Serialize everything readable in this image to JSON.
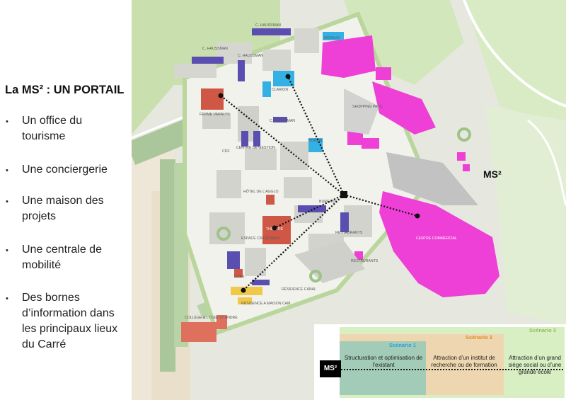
{
  "panel": {
    "title": "La MS² : UN PORTAIL",
    "bullet_glyph": "•",
    "items": [
      "Un office du tourisme",
      "Une conciergerie",
      "Une maison des projets",
      "Une centrale de mobilité",
      "Des bornes d’information dans les principaux lieux du Carré"
    ]
  },
  "map": {
    "hub_label": "MS²",
    "labels": {
      "c_haussman_1": "C. HAUSSMAN",
      "c_haussman_2": "C. HAUSSMAN",
      "c_haussman_3": "C. HAUSSMAN",
      "c_haussman_4": "C. HAUSSMAN",
      "boreal": "BORÉAL",
      "novalis": "NOVALIS",
      "ferme_varalys": "FERME VARALYS",
      "clarion": "CLARION",
      "shopping_parc": "SHOPPING PARC",
      "cdf": "CDF",
      "centre_gestion": "CENTRE DE GESTION",
      "hotel_agglo": "HÔTEL DE L'AGGLO",
      "bureaux": "BUREAUX",
      "espace_circassien": "ESPACE CIRCASSIEN",
      "theatre": "THÉÂTRE",
      "restaurants_1": "RESTAURANTS",
      "restaurants_2": "RESTAURANTS",
      "centre_commercial": "CENTRE COMMERCIAL",
      "ccas": "CCAS",
      "residence_canal": "RÉSIDENCE CANAL",
      "residence_maison": "RÉSIDENCE A MAISON CAM",
      "college": "COLLÈGE & LYCÉE ST ANDRÉ"
    },
    "colors": {
      "background": "#e6e8df",
      "green": "#c6dfa8",
      "canal": "#a9c79a",
      "magenta": "#ee3fd6",
      "red": "#cf5745",
      "blue": "#34b1e4",
      "purple": "#5a4fb0",
      "sand": "#eee6d6",
      "parking": "#bcbcbc"
    }
  },
  "legend": {
    "ms2": "MS²",
    "scenario1": {
      "label": "Scénario 1",
      "text": "Structuration et optimisation de l’existant",
      "color": "#2ea0dc"
    },
    "scenario2": {
      "label": "Scénario 2",
      "text": "Attraction d’un institut de recherche ou de formation",
      "color": "#e08a2a"
    },
    "scenario3": {
      "label": "Scénario 3",
      "text": "Attraction d’un grand siège social ou d’une grande école",
      "color": "#8fbf58"
    }
  }
}
